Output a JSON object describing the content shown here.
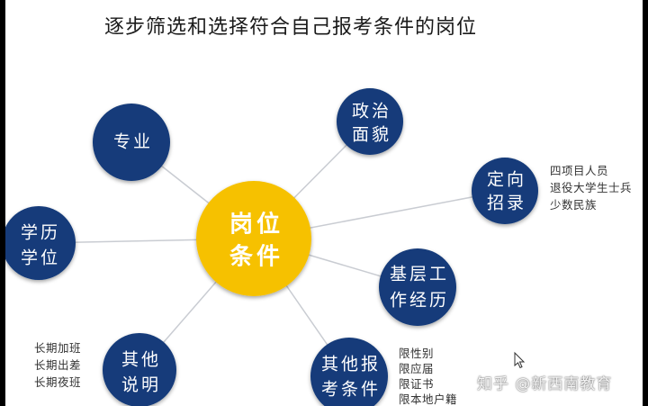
{
  "title": "逐步筛选和选择符合自己报考条件的岗位",
  "center": {
    "line1": "岗位",
    "line2": "条件"
  },
  "nodes": {
    "major": {
      "line1": "专业"
    },
    "education": {
      "line1": "学历",
      "line2": "学位"
    },
    "other": {
      "line1": "其他",
      "line2": "说明"
    },
    "political": {
      "line1": "政治",
      "line2": "面貌"
    },
    "targeted": {
      "line1": "定向",
      "line2": "招录"
    },
    "grassroots": {
      "line1": "基层工",
      "line2": "作经历"
    },
    "other_req": {
      "line1": "其他报",
      "line2": "考条件"
    }
  },
  "notes": {
    "targeted": [
      "四项目人员",
      "退役大学生士兵",
      "少数民族"
    ],
    "other": [
      "长期加班",
      "长期出差",
      "长期夜班"
    ],
    "other_req": [
      "限性别",
      "限应届",
      "限证书",
      "限本地户籍"
    ]
  },
  "watermark": "知乎 @新西南教育",
  "colors": {
    "center": "#f6c100",
    "node": "#123a7a",
    "line": "#c9ccd2",
    "background": "#000000"
  }
}
